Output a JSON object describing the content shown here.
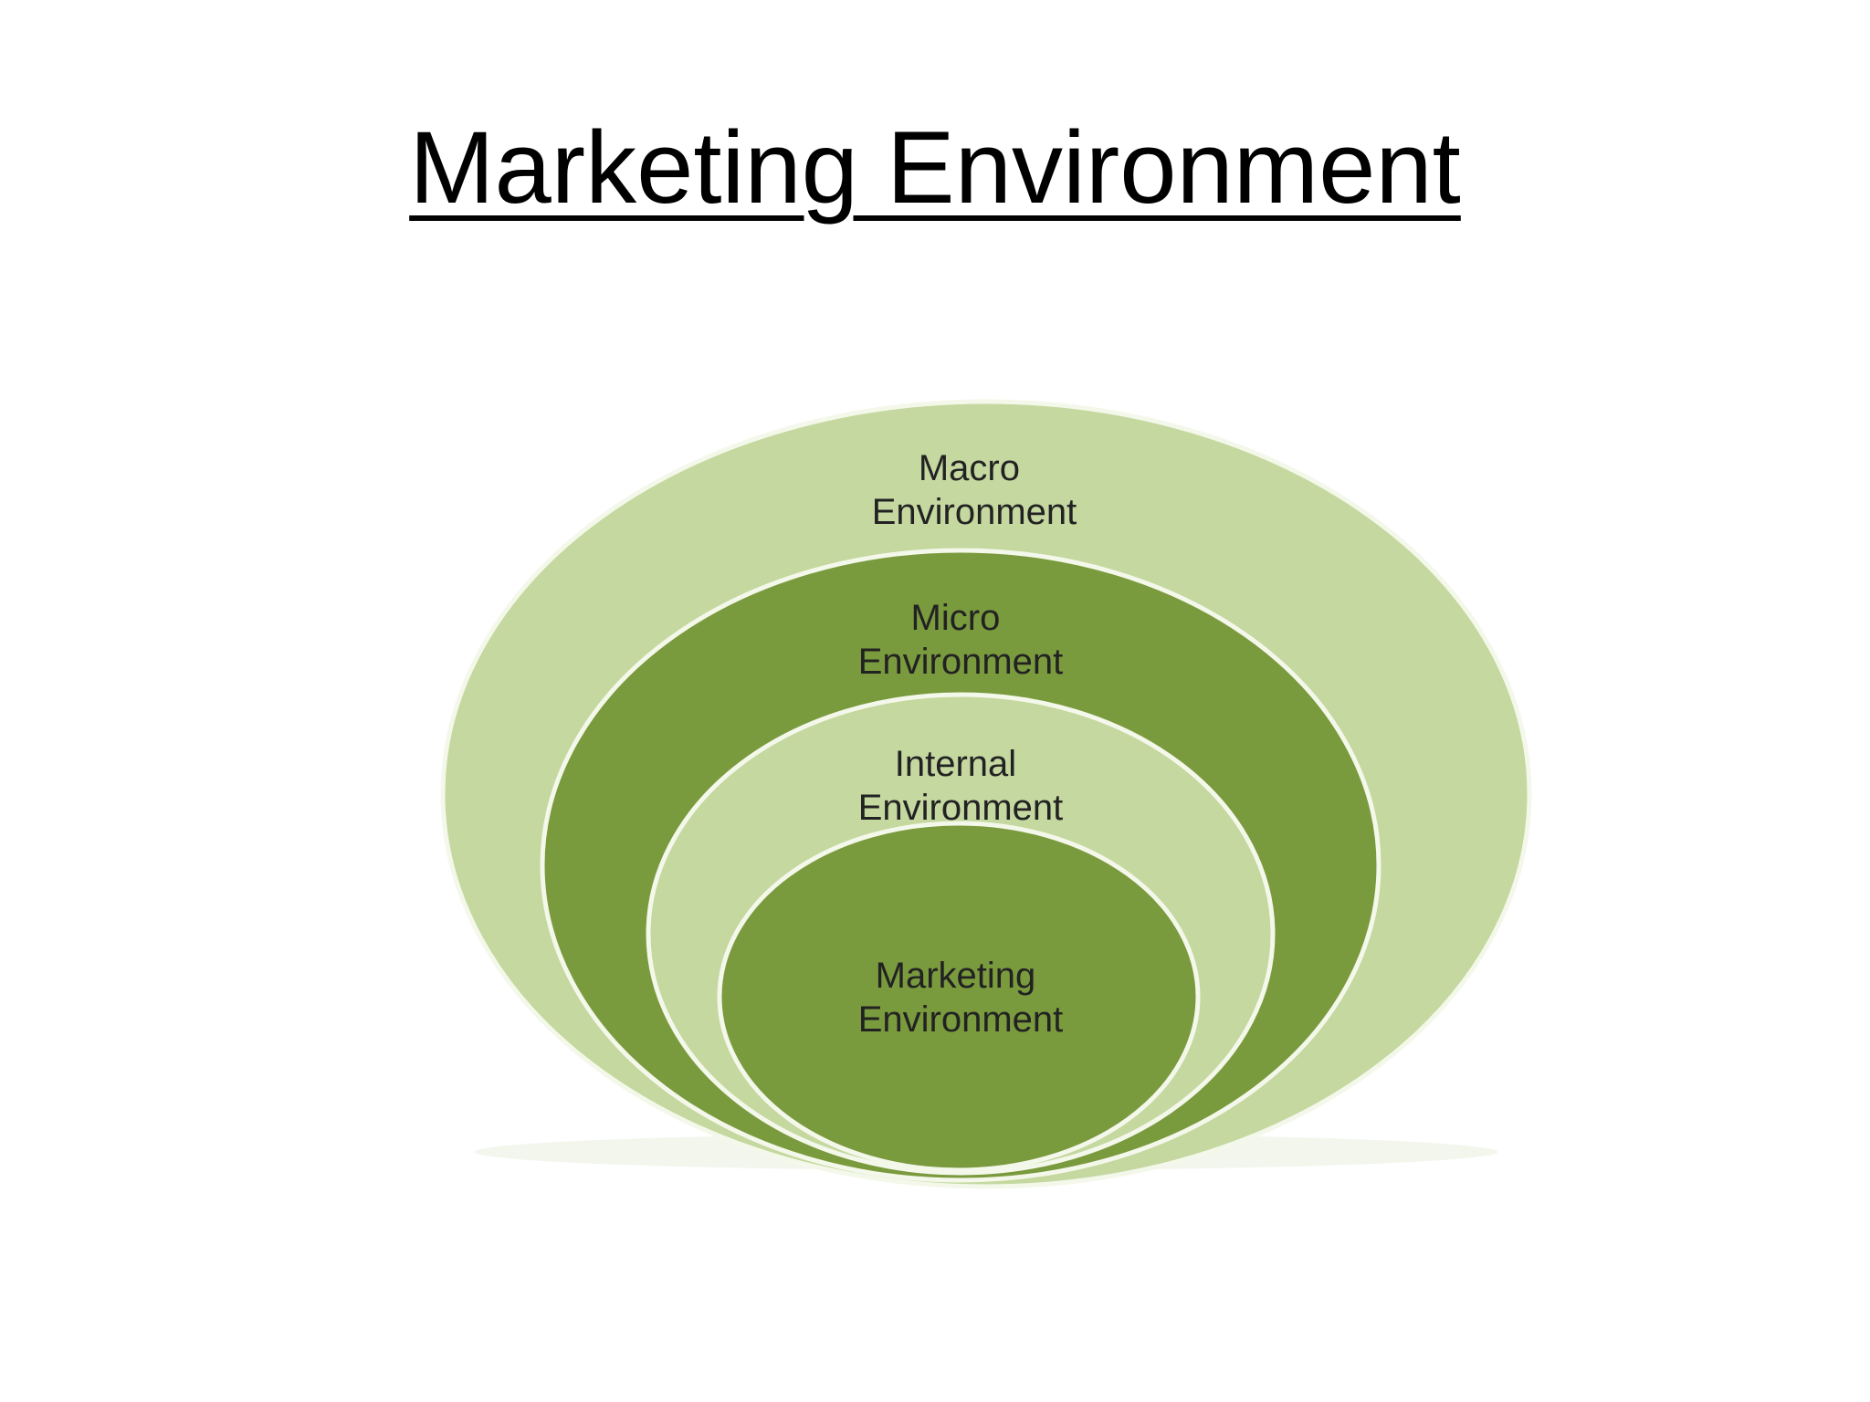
{
  "slide": {
    "title": "Marketing Environment"
  },
  "diagram": {
    "type": "nested-ellipses",
    "layers": [
      {
        "line1": "Macro",
        "line2": "Environment",
        "color": "#c5d8a0"
      },
      {
        "line1": "Micro",
        "line2": "Environment",
        "color": "#7a9a3e"
      },
      {
        "line1": "Internal",
        "line2": "Environment",
        "color": "#c5d8a0"
      },
      {
        "line1": "Marketing",
        "line2": "Environment",
        "color": "#7a9a3e"
      }
    ],
    "outline_color": "#f4f8ea",
    "label_color": "#222222"
  }
}
